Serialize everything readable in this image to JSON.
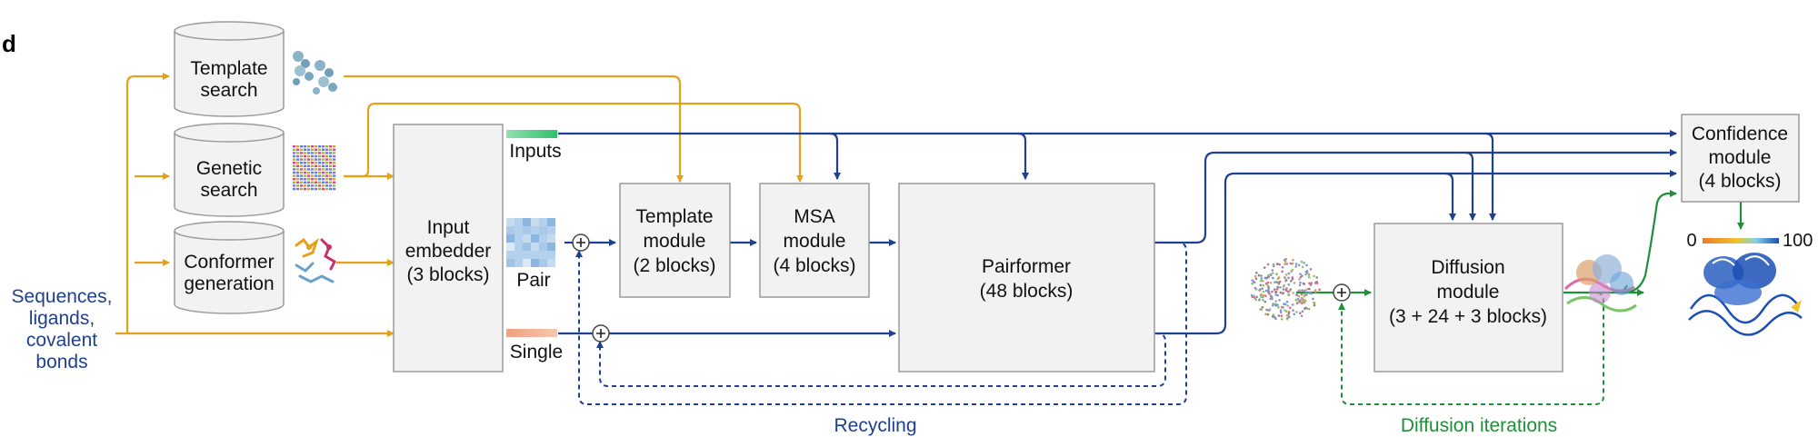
{
  "panel_letter": "d",
  "colors": {
    "orange": "#e6a11c",
    "blue": "#1f3f8f",
    "green": "#1f8f3a",
    "box_fill": "#f2f2f2",
    "box_stroke": "#9a9a9a"
  },
  "input_text": [
    "Sequences,",
    "ligands,",
    "covalent",
    "bonds"
  ],
  "databases": {
    "template_search": [
      "Template",
      "search"
    ],
    "genetic_search": [
      "Genetic",
      "search"
    ],
    "conformer_generation": [
      "Conformer",
      "generation"
    ]
  },
  "input_embedder": [
    "Input",
    "embedder",
    "(3 blocks)"
  ],
  "reps": {
    "inputs": "Inputs",
    "pair": "Pair",
    "single": "Single"
  },
  "template_module": [
    "Template",
    "module",
    "(2 blocks)"
  ],
  "msa_module": [
    "MSA",
    "module",
    "(4 blocks)"
  ],
  "pairformer": [
    "Pairformer",
    "(48 blocks)"
  ],
  "diffusion_module": [
    "Diffusion",
    "module",
    "(3 + 24 + 3 blocks)"
  ],
  "confidence_module": [
    "Confidence",
    "module",
    "(4 blocks)"
  ],
  "confidence_scale": {
    "min": "0",
    "max": "100"
  },
  "loops": {
    "recycling": "Recycling",
    "diffusion_iterations": "Diffusion iterations"
  },
  "icons": [
    "protein-template-icon",
    "msa-alignment-icon",
    "ligand-conformer-icon",
    "pair-matrix-icon",
    "noise-cloud-icon",
    "partial-structure-icon",
    "final-structure-icon"
  ]
}
